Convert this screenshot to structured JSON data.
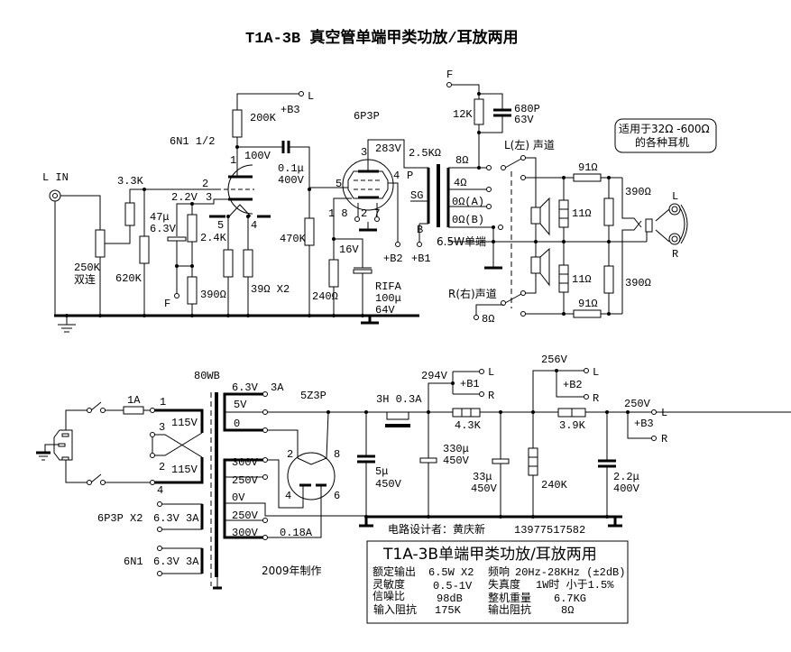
{
  "title": "T1A-3B 真空管单端甲类功放/耳放两用",
  "preamp": {
    "input_label": "L IN",
    "pot_value": "250K",
    "pot_note": "双连",
    "r_series": "3.3K",
    "r_grid": "620K",
    "tube_label": "6N1 1/2",
    "plate_resistor": "200K",
    "plate_voltage": "100V",
    "supply_label": "+B3",
    "supply_terminal": "L",
    "coupling_cap_value": "0.1μ",
    "coupling_cap_voltage": "400V",
    "cathode_voltage": "2.2V",
    "cathode_cap_value": "47μ",
    "cathode_cap_voltage": "6.3V",
    "r_cathode_top": "2.4K",
    "r_cathode_bottom": "390Ω",
    "feedback_terminal": "F",
    "heater_resistors": "39Ω X2",
    "pin_plate": "1",
    "pin_grid": "2",
    "pin_cathode": "3",
    "pin_heater_a": "5",
    "pin_heater_b": "4"
  },
  "power_stage": {
    "tube_label": "6P3P",
    "grid_resistor": "470K",
    "plate_voltage": "283V",
    "cathode_voltage": "16V",
    "cathode_resistor": "240Ω",
    "cathode_cap_brand": "RIFA",
    "cathode_cap_value": "100μ",
    "cathode_cap_voltage": "64V",
    "pin_plate": "3",
    "pin_screen": "4",
    "pin_grid": "5",
    "pin_cathode": "1 8",
    "pin_heater": "2 7",
    "supply_b2": "+B2",
    "supply_b1": "+B1"
  },
  "output_transformer": {
    "impedance": "2.5KΩ",
    "tap_p": "P",
    "tap_sg": "SG",
    "tap_b": "B",
    "rating": "6.5W单端",
    "taps": [
      "8Ω",
      "4Ω",
      "0Ω(A)",
      "0Ω(B)"
    ],
    "feedback_label": "F",
    "feedback_resistor": "12K",
    "feedback_cap_value": "680P",
    "feedback_cap_voltage": "63V"
  },
  "headphone_section": {
    "left_channel": "L(左) 声道",
    "right_channel": "R(右)声道",
    "r_series": "91Ω",
    "r_load": "11Ω",
    "r_out": "390Ω",
    "right_tap": "8Ω",
    "jack_left": "L",
    "jack_right": "R",
    "note_line1": "适用于32Ω -600Ω",
    "note_line2": "的各种耳机"
  },
  "power_supply": {
    "transformer": "80WB",
    "fuse": "1A",
    "primary_windings": [
      "115V",
      "115V"
    ],
    "primary_pins": [
      "1",
      "3",
      "2",
      "4"
    ],
    "secondary_heater_top": "6.3V",
    "secondary_heater_top_current": "3A",
    "rect_heater": "5V",
    "rect_heater_zero": "0",
    "ht_taps": [
      "300V",
      "250V",
      "0V",
      "250V",
      "300V"
    ],
    "ht_current": "0.18A",
    "heater_6p3p_label": "6P3P X2",
    "heater_6p3p_rating": "6.3V 3A",
    "heater_6n1_label": "6N1",
    "heater_6n1_rating": "6.3V 3A",
    "rectifier": "5Z3P",
    "rect_pins": [
      "2",
      "8",
      "4",
      "6"
    ],
    "cap1_value": "5μ",
    "cap1_voltage": "450V",
    "choke": "3H 0.3A",
    "b1_voltage": "294V",
    "b1_label": "+B1",
    "cap2_value": "330μ",
    "cap2_voltage": "450V",
    "r1": "4.3K",
    "cap3_value": "33μ",
    "cap3_voltage": "450V",
    "b2_voltage": "256V",
    "b2_label": "+B2",
    "bleeder": "240K",
    "r2": "3.9K",
    "b3_voltage": "250V",
    "b3_label": "+B3",
    "cap4_value": "2.2μ",
    "cap4_voltage": "400V",
    "terminal_l": "L",
    "terminal_r": "R",
    "made_year": "2009年制作"
  },
  "designer": {
    "label": "电路设计者：黄庆新",
    "phone": "13977517582"
  },
  "spec_box": {
    "title": "T1A-3B单端甲类功放/耳放两用",
    "rows": [
      {
        "k1": "额定输出",
        "v1": "6.5W X2",
        "k2": "频响",
        "v2": "20Hz-28KHz (±2dB)"
      },
      {
        "k1": "灵敏度",
        "v1": "0.5-1V",
        "k2": "失真度",
        "v2": "1W时 小于1.5%"
      },
      {
        "k1": "信噪比",
        "v1": "98dB",
        "k2": "整机重量",
        "v2": "6.7KG"
      },
      {
        "k1": "输入阻抗",
        "v1": "175K",
        "k2": "输出阻抗",
        "v2": "8Ω"
      }
    ]
  }
}
